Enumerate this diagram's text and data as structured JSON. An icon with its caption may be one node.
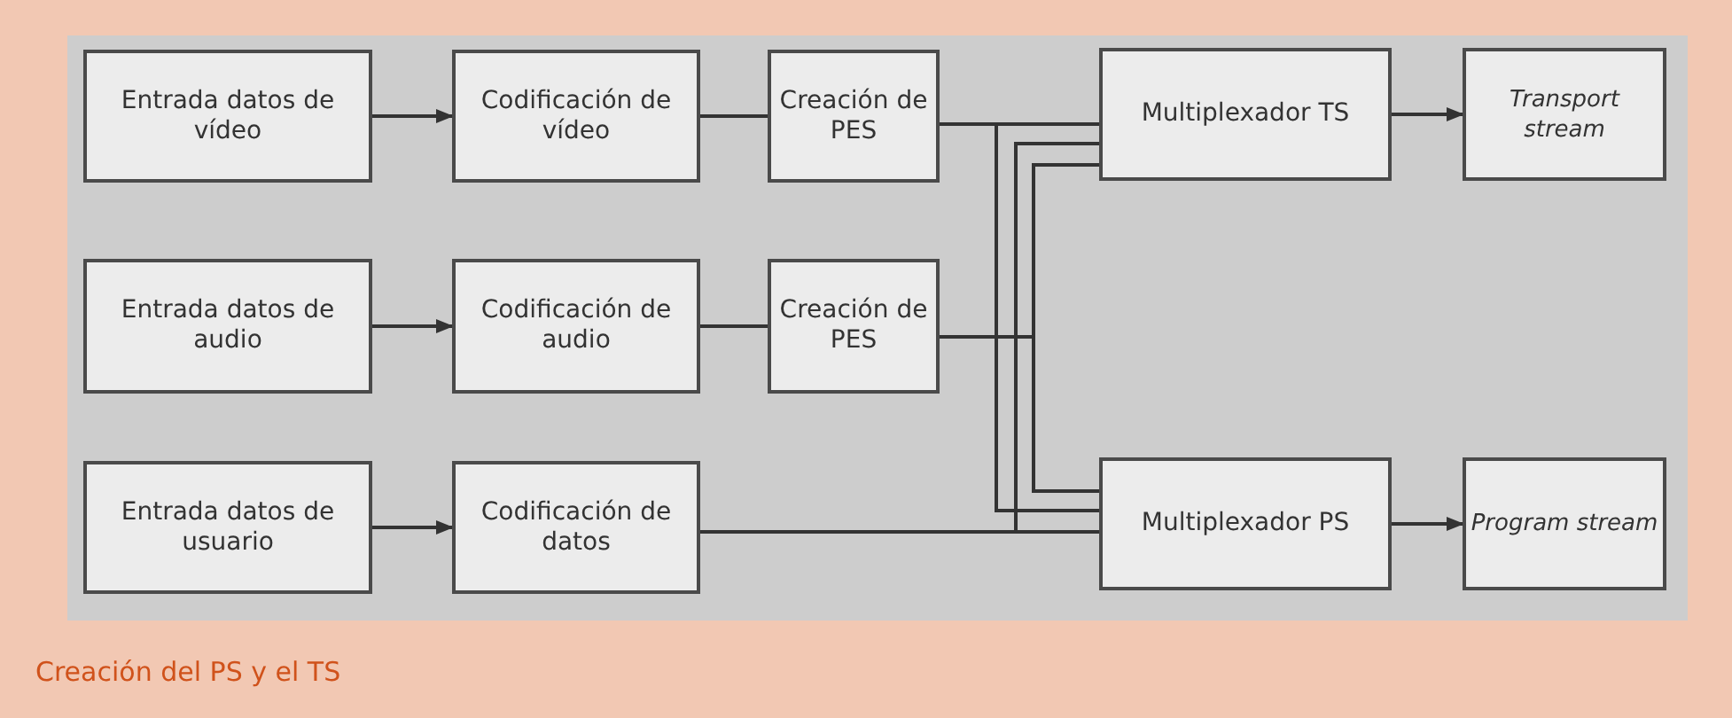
{
  "diagram": {
    "caption": "Creación del PS y el TS",
    "nodes": [
      {
        "text": [
          "Entrada datos de vídeo"
        ]
      },
      {
        "text": [
          "Codificación de vídeo"
        ]
      },
      {
        "text": [
          "Creación de PES"
        ]
      },
      {
        "text": [
          "Multiplexador TS"
        ]
      },
      {
        "text": [
          "Transport stream"
        ]
      },
      {
        "text": [
          "Entrada datos de audio"
        ]
      },
      {
        "text": [
          "Codificación de audio"
        ]
      },
      {
        "text": [
          "Creación de PES"
        ]
      },
      {
        "text": [
          "Entrada datos de usuario"
        ]
      },
      {
        "text": [
          "Codificación de datos"
        ]
      },
      {
        "text": [
          "Multiplexador PS"
        ]
      },
      {
        "text": [
          "Program stream"
        ]
      }
    ],
    "edges": [
      {
        "from": 0,
        "to": 1,
        "arrow": "to"
      },
      {
        "from": 1,
        "to": 2,
        "arrow": "none"
      },
      {
        "from": 5,
        "to": 6,
        "arrow": "to"
      },
      {
        "from": 6,
        "to": 7,
        "arrow": "none"
      },
      {
        "from": 8,
        "to": 9,
        "arrow": "to"
      },
      {
        "from": 2,
        "to": 3,
        "arrow": "none"
      },
      {
        "from": 2,
        "to": 10,
        "arrow": "none"
      },
      {
        "from": 7,
        "to": 3,
        "arrow": "none"
      },
      {
        "from": 7,
        "to": 10,
        "arrow": "none"
      },
      {
        "from": 9,
        "to": 3,
        "arrow": "none"
      },
      {
        "from": 9,
        "to": 10,
        "arrow": "none"
      },
      {
        "from": 3,
        "to": 4,
        "arrow": "to"
      },
      {
        "from": 10,
        "to": 11,
        "arrow": "to"
      }
    ]
  }
}
